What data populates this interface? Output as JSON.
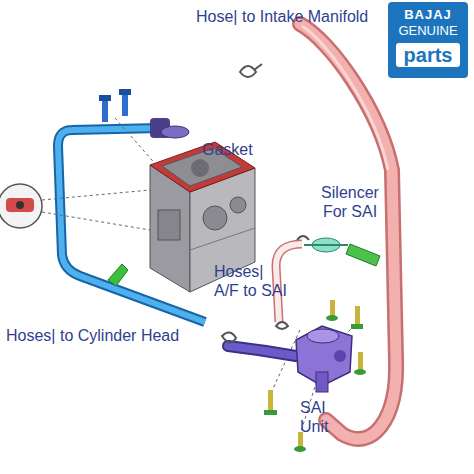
{
  "diagram": {
    "nodes": [
      {
        "text": [
          "BAJAJ",
          "GENUINE",
          "parts"
        ]
      }
    ],
    "labels": [
      "Hose| to Intake Manifold",
      "Gasket",
      "Silencer For SAI",
      "Hoses| A/F to SAI",
      "Hoses| to Cylinder Head",
      "SAI Unit"
    ]
  }
}
